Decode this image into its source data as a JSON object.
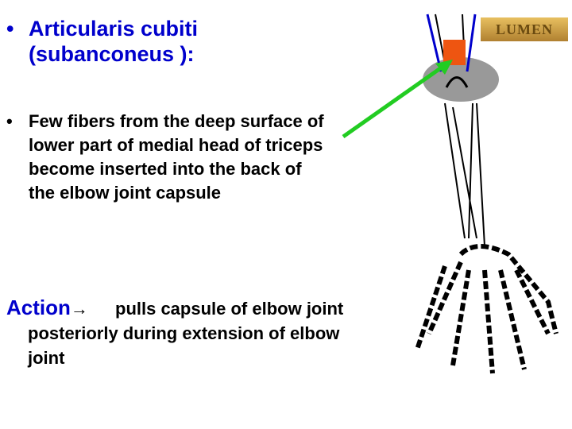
{
  "slide": {
    "bullet1": "Articularis cubiti (subanconeus ):",
    "bullet2": "Few fibers from the deep surface of lower part of medial head of triceps become inserted into the back of the elbow joint capsule",
    "action_label": "Action",
    "action_arrow": "→",
    "action_text": "pulls capsule of elbow joint posteriorly during extension of elbow joint",
    "bullet_symbol": "•",
    "logo_text": "LUMEN"
  },
  "colors": {
    "heading": "#0000cc",
    "pointer_arrow": "#22cc22",
    "muscle": "#ee5511",
    "joint": "#999999"
  }
}
